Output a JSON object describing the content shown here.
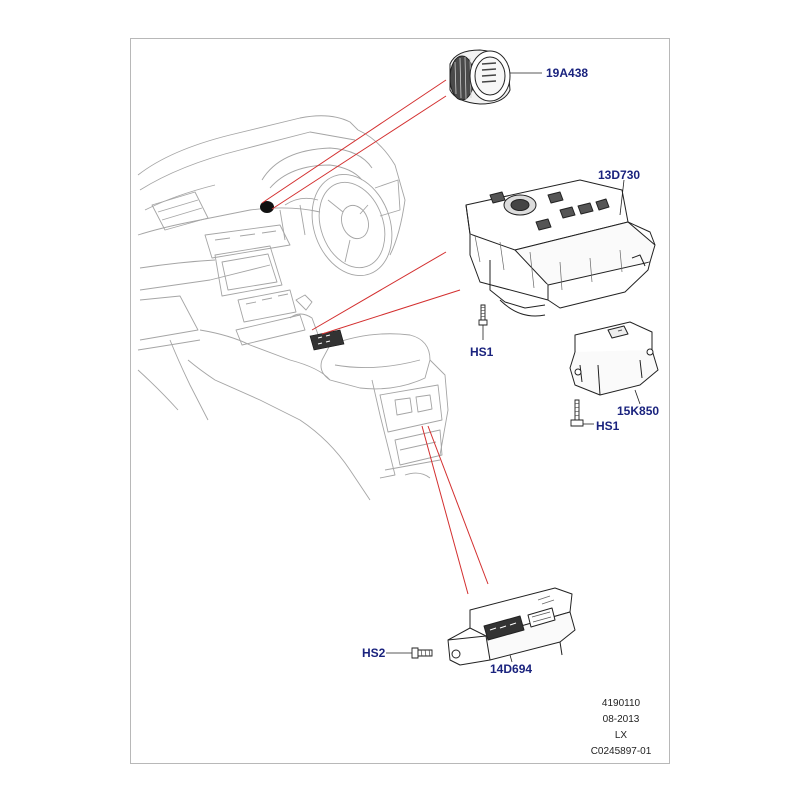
{
  "callouts": {
    "c19A438": "19A438",
    "c13D730": "13D730",
    "c15K850": "15K850",
    "c14D694": "14D694",
    "hs1_upper": "HS1",
    "hs1_lower": "HS1",
    "hs2": "HS2"
  },
  "reference": {
    "number": "4190110",
    "date": "08-2013",
    "model": "LX",
    "code": "C0245897-01"
  },
  "colors": {
    "leader_red": "#d32f2f",
    "callout_blue": "#1a237e",
    "outline_dark": "#222222",
    "outline_light": "#9a9a9a"
  }
}
